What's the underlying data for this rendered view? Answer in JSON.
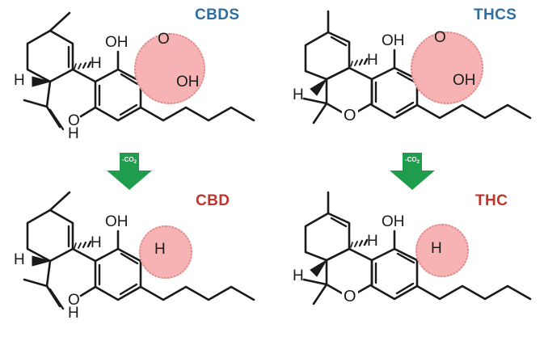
{
  "figure": {
    "title_top_left": "CBDS",
    "title_top_right": "THCS",
    "title_bottom_left": "CBD",
    "title_bottom_right": "THC",
    "arrow_label_left": "-CO",
    "arrow_label_left_sub": "2",
    "arrow_label_right": "-CO",
    "arrow_label_right_sub": "2",
    "colors": {
      "acid_label": "#2f6f9f",
      "neutral_label": "#c0342c",
      "arrow_green": "#1f9d4d",
      "highlight_fill": "#f7b3b3",
      "highlight_border": "#d98a8a",
      "bond_black": "#1a1a1a",
      "background": "#ffffff"
    }
  },
  "structures": {
    "cbds": {
      "name": "CBDS",
      "atom_labels": {
        "h_left": "H",
        "h_right": "H",
        "oh_top": "OH",
        "oh_bottom_o": "O",
        "oh_bottom_h": "H",
        "carbonyl_o": "O",
        "acid_oh": "OH"
      },
      "highlight_group": "carboxylic-acid"
    },
    "thcs": {
      "name": "THCS",
      "atom_labels": {
        "h_left": "H",
        "h_right": "H",
        "oh_top": "OH",
        "ring_o": "O",
        "carbonyl_o": "O",
        "acid_oh": "OH"
      },
      "highlight_group": "carboxylic-acid"
    },
    "cbd": {
      "name": "CBD",
      "atom_labels": {
        "h_left": "H",
        "h_right": "H",
        "oh_top": "OH",
        "oh_bottom_o": "O",
        "oh_bottom_h": "H",
        "aryl_h": "H"
      },
      "highlight_group": "aryl-hydrogen"
    },
    "thc": {
      "name": "THC",
      "atom_labels": {
        "h_left": "H",
        "h_right": "H",
        "oh_top": "OH",
        "ring_o": "O",
        "aryl_h": "H"
      },
      "highlight_group": "aryl-hydrogen"
    }
  }
}
